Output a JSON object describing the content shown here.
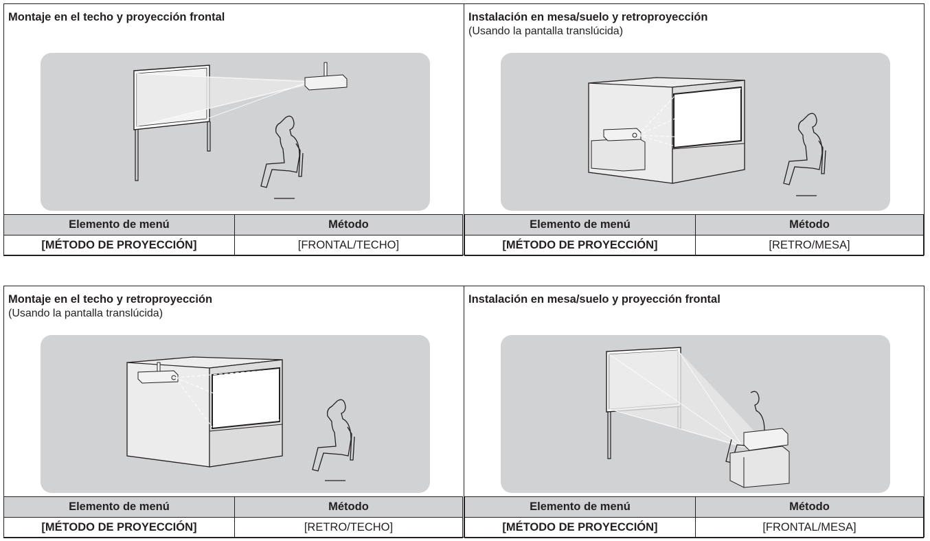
{
  "panels": [
    {
      "title": "Montaje en el techo y proyección frontal",
      "subtitle": "",
      "scene_icon": "ceiling-front-projection",
      "table": {
        "header_item": "Elemento de menú",
        "header_method": "Método",
        "item": "[MÉTODO DE PROYECCIÓN]",
        "method": "[FRONTAL/TECHO]"
      }
    },
    {
      "title": "Instalación en mesa/suelo y retroproyección",
      "subtitle": "(Usando la pantalla translúcida)",
      "scene_icon": "desk-rear-projection",
      "table": {
        "header_item": "Elemento de menú",
        "header_method": "Método",
        "item": "[MÉTODO DE PROYECCIÓN]",
        "method": "[RETRO/MESA]"
      }
    },
    {
      "title": "Montaje en el techo y retroproyección",
      "subtitle": "(Usando la pantalla translúcida)",
      "scene_icon": "ceiling-rear-projection",
      "table": {
        "header_item": "Elemento de menú",
        "header_method": "Método",
        "item": "[MÉTODO DE PROYECCIÓN]",
        "method": "[RETRO/TECHO]"
      }
    },
    {
      "title": "Instalación en mesa/suelo y proyección frontal",
      "subtitle": "",
      "scene_icon": "desk-front-projection",
      "table": {
        "header_item": "Elemento de menú",
        "header_method": "Método",
        "item": "[MÉTODO DE PROYECCIÓN]",
        "method": "[FRONTAL/MESA]"
      }
    }
  ],
  "colors": {
    "scene_background": "#d1d2d4",
    "header_background": "#d1d2d4",
    "line": "#231f20"
  }
}
